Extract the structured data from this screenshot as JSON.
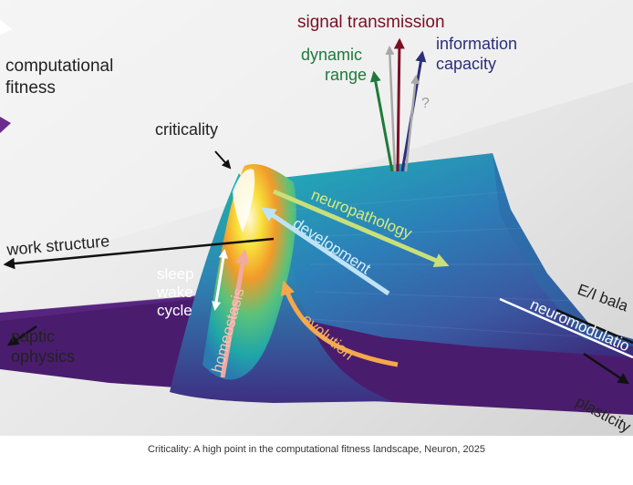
{
  "labels": {
    "computational_fitness": [
      "computational",
      "fitness"
    ],
    "criticality": "criticality",
    "signal_transmission": "signal transmission",
    "dynamic_range": [
      "dynamic",
      "range"
    ],
    "information_capacity": [
      "information",
      "capacity"
    ],
    "question_mark": "?",
    "neuropathology": "neuropathology",
    "development": "development",
    "network_structure": "work structure",
    "sleep_wake_cycle": [
      "sleep",
      "wake",
      "cycle"
    ],
    "homeostasis": "homeostasis",
    "evolution": "evolution",
    "synaptic_biophysics": [
      "naptic",
      "ophysics"
    ],
    "ei_balance": "E/I bala",
    "neuromodulation": "neuromodulatio",
    "plasticity": "plasticity"
  },
  "caption": "Criticality: A high point in the computational fitness landscape, Neuron, 2025",
  "colors": {
    "signal_transmission": "#7a1026",
    "dynamic_range": "#1f7a3a",
    "information_capacity": "#2b2f7a",
    "question": "#9a9a9a",
    "neuropathology": "#c8e07a",
    "development": "#bfe3f5",
    "homeostasis": "#f2a9a0",
    "evolution": "#f5a84a",
    "landscape_low": "#4a1a6b",
    "landscape_mid": "#2a8fb0",
    "landscape_high": "#f5d33a"
  }
}
